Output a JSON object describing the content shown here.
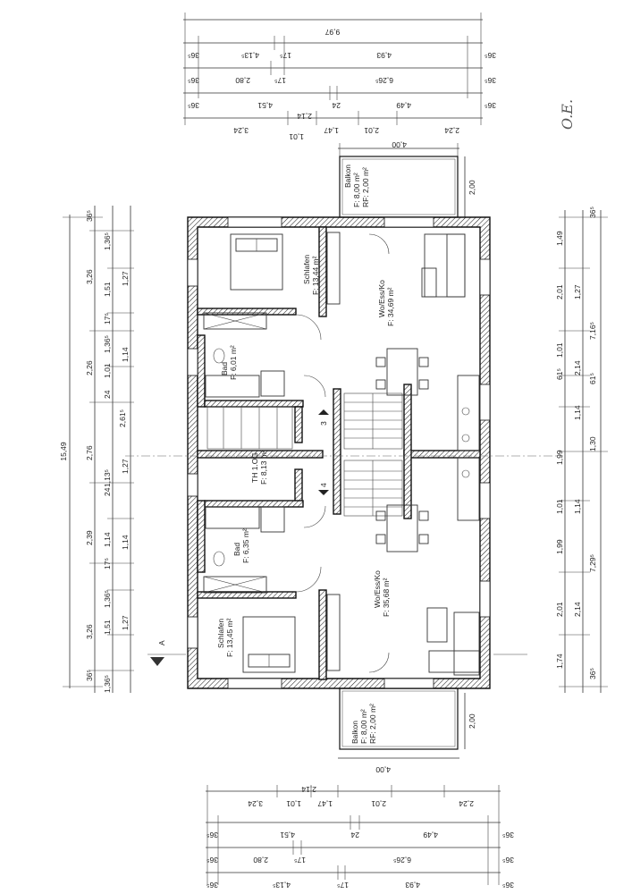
{
  "title": "",
  "top_dims": {
    "row1": [
      "9,97"
    ],
    "row2": [
      "36⁵",
      "4,13⁵",
      "17⁵",
      "4,93",
      "36⁵"
    ],
    "row3": [
      "36⁵",
      "2,80",
      "17⁵",
      "6,26⁵",
      "36⁵"
    ],
    "row4": [
      "36⁵",
      "4,51",
      "24",
      "4,49",
      "36⁵"
    ],
    "row5": [
      "3,24",
      "1,01",
      "2,14",
      "1,47",
      "2,01",
      "2,24"
    ],
    "balcony_width": "4,00",
    "balcony_depth": "2,00"
  },
  "bottom_dims": {
    "row5": [
      "3,24",
      "1,01",
      "2,14",
      "1,47",
      "2,01",
      "2,24"
    ],
    "row4": [
      "36⁵",
      "4,51",
      "24",
      "4,49",
      "36⁵"
    ],
    "row3": [
      "36⁵",
      "2,80",
      "17⁵",
      "6,26⁵",
      "36⁵"
    ],
    "row2": [
      "36⁵",
      "4,13⁵",
      "17⁵",
      "4,93",
      "36⁵"
    ],
    "balcony_width": "4,00",
    "balcony_depth": "2,00"
  },
  "left_dims": {
    "total": "15,49",
    "outer": [
      "36⁵",
      "3,26",
      "2,26",
      "2,76",
      "2,39",
      "3,26",
      "36⁵"
    ],
    "middle": [
      "1,36⁵",
      "1,51",
      "17⁵",
      "1,36⁵",
      "1,01",
      "24",
      "2,61⁵",
      "1,13⁵",
      "24",
      "1,14",
      "17⁵",
      "1,36⁵",
      "1,51",
      "1,36⁵"
    ],
    "inner": [
      "1,27",
      "1,14",
      "1,27",
      "1,14",
      "1,27"
    ]
  },
  "right_dims": {
    "outer": [
      "7,16⁵",
      "7,29⁵"
    ],
    "top_outer": "36⁵",
    "bottom_outer": "36⁵",
    "middle": [
      "1,49",
      "2,01",
      "1,01",
      "61⁵",
      "61⁵",
      "1,99",
      "1,01",
      "1,99",
      "2,01",
      "1,74"
    ],
    "inner": [
      "1,27",
      "2,14",
      "1,14",
      "1,30",
      "1,14",
      "2,14"
    ]
  },
  "rooms": {
    "balkon_top": {
      "name": "Balkon",
      "f": "F: 8,00 m²",
      "rf": "RF: 2,00 m²"
    },
    "schlafen_top": {
      "name": "Schlafen",
      "f": "F: 13,44 m²"
    },
    "wo_top": {
      "name": "Wo/Ess/Ko",
      "f": "F: 34,69 m²"
    },
    "bad_top": {
      "name": "Bad",
      "f": "F: 6,01 m²"
    },
    "th": {
      "name": "TH 1.OG",
      "f": "F: 8,13 m²"
    },
    "bad_bottom": {
      "name": "Bad",
      "f": "F: 6,35 m²"
    },
    "schlafen_bottom": {
      "name": "Schlafen",
      "f": "F: 13,45 m²"
    },
    "wo_bottom": {
      "name": "Wo/Ess/Ko",
      "f": "F: 35,68 m²"
    },
    "balkon_bottom": {
      "name": "Balkon",
      "f": "F: 8,00 m²",
      "rf": "RF: 2,00 m²"
    }
  },
  "stair_numbers": [
    "3",
    "4"
  ],
  "section_marker": "A",
  "handwriting": "O.E."
}
